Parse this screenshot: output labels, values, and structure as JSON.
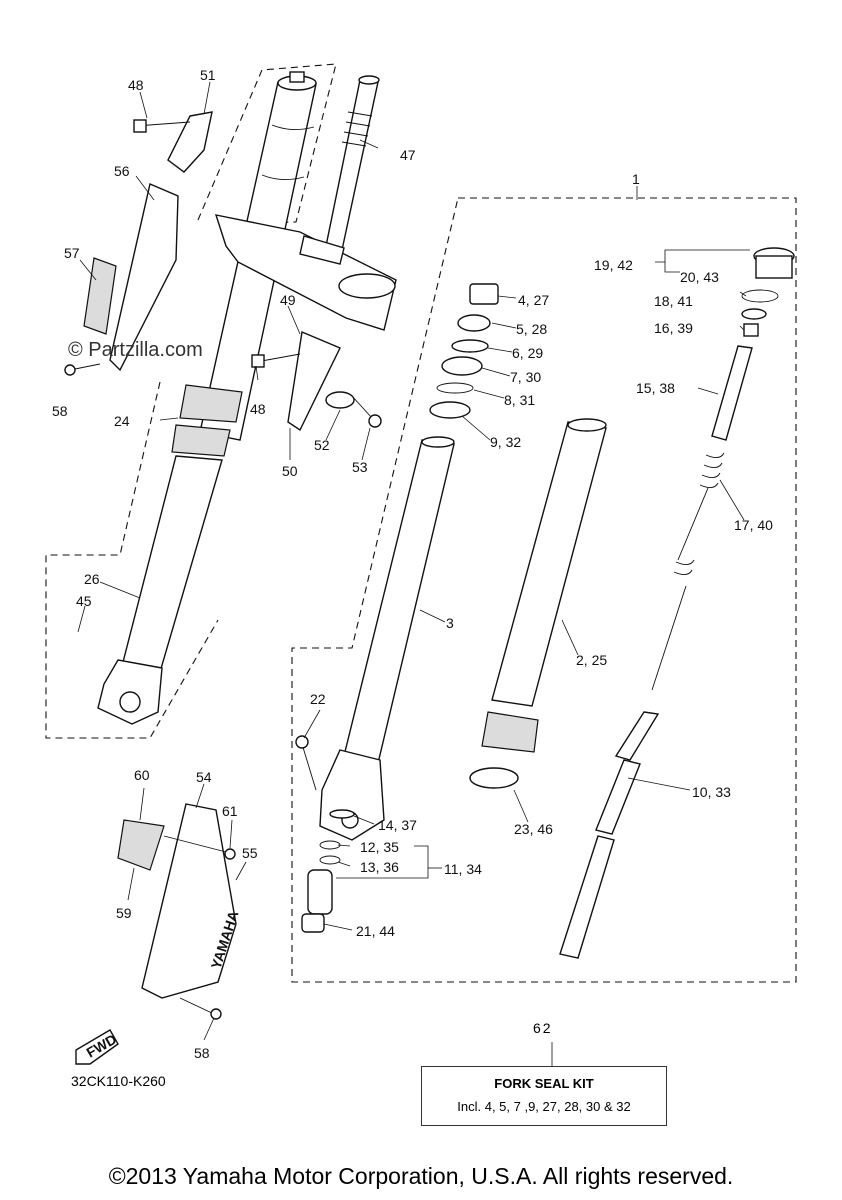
{
  "watermark": "© Partzilla.com",
  "diagram_code": "32CK110-K260",
  "fwd_label": "FWD",
  "yamaha_label": "YAMAHA",
  "kit": {
    "number": "62",
    "title": "FORK SEAL KIT",
    "description": "Incl. 4, 5, 7 ,9, 27, 28, 30 & 32"
  },
  "copyright": "©2013 Yamaha Motor Corporation, U.S.A. All rights reserved.",
  "callouts": [
    {
      "id": "c1",
      "text": "1"
    },
    {
      "id": "c2",
      "text": "2, 25"
    },
    {
      "id": "c3",
      "text": "3"
    },
    {
      "id": "c4",
      "text": "4, 27"
    },
    {
      "id": "c5",
      "text": "5, 28"
    },
    {
      "id": "c6",
      "text": "6, 29"
    },
    {
      "id": "c7",
      "text": "7, 30"
    },
    {
      "id": "c8",
      "text": "8, 31"
    },
    {
      "id": "c9",
      "text": "9, 32"
    },
    {
      "id": "c10",
      "text": "10, 33"
    },
    {
      "id": "c11",
      "text": "11, 34"
    },
    {
      "id": "c12",
      "text": "12, 35"
    },
    {
      "id": "c13",
      "text": "13, 36"
    },
    {
      "id": "c14",
      "text": "14, 37"
    },
    {
      "id": "c15",
      "text": "15, 38"
    },
    {
      "id": "c16",
      "text": "16, 39"
    },
    {
      "id": "c17",
      "text": "17, 40"
    },
    {
      "id": "c18",
      "text": "18, 41"
    },
    {
      "id": "c19",
      "text": "19, 42"
    },
    {
      "id": "c20",
      "text": "20, 43"
    },
    {
      "id": "c21",
      "text": "21, 44"
    },
    {
      "id": "c22",
      "text": "22"
    },
    {
      "id": "c23",
      "text": "23, 46"
    },
    {
      "id": "c24",
      "text": "24"
    },
    {
      "id": "c26",
      "text": "26"
    },
    {
      "id": "c45",
      "text": "45"
    },
    {
      "id": "c47",
      "text": "47"
    },
    {
      "id": "c48a",
      "text": "48"
    },
    {
      "id": "c48b",
      "text": "48"
    },
    {
      "id": "c49",
      "text": "49"
    },
    {
      "id": "c50",
      "text": "50"
    },
    {
      "id": "c51",
      "text": "51"
    },
    {
      "id": "c52",
      "text": "52"
    },
    {
      "id": "c53",
      "text": "53"
    },
    {
      "id": "c54",
      "text": "54"
    },
    {
      "id": "c55",
      "text": "55"
    },
    {
      "id": "c56",
      "text": "56"
    },
    {
      "id": "c57",
      "text": "57"
    },
    {
      "id": "c58a",
      "text": "58"
    },
    {
      "id": "c58b",
      "text": "58"
    },
    {
      "id": "c59",
      "text": "59"
    },
    {
      "id": "c60",
      "text": "60"
    },
    {
      "id": "c61",
      "text": "61"
    }
  ]
}
